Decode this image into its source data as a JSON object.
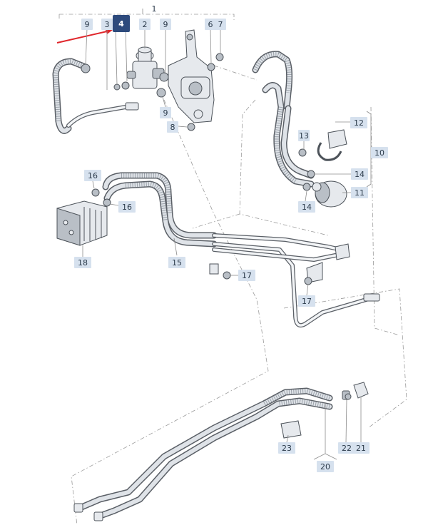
{
  "diagram": {
    "accent_color": "#e0262b",
    "selected_color": "#2d4a7c",
    "callout_color": "#d6e1ee",
    "selected_callout": "4",
    "callouts": [
      {
        "id": "c1",
        "label": "1"
      },
      {
        "id": "c9a",
        "label": "9"
      },
      {
        "id": "c3",
        "label": "3"
      },
      {
        "id": "c4",
        "label": "4"
      },
      {
        "id": "c2",
        "label": "2"
      },
      {
        "id": "c9b",
        "label": "9"
      },
      {
        "id": "c6",
        "label": "6"
      },
      {
        "id": "c7",
        "label": "7"
      },
      {
        "id": "c9c",
        "label": "9"
      },
      {
        "id": "c8",
        "label": "8"
      },
      {
        "id": "c12",
        "label": "12"
      },
      {
        "id": "c13",
        "label": "13"
      },
      {
        "id": "c10",
        "label": "10"
      },
      {
        "id": "c14a",
        "label": "14"
      },
      {
        "id": "c11",
        "label": "11"
      },
      {
        "id": "c14b",
        "label": "14"
      },
      {
        "id": "c16a",
        "label": "16"
      },
      {
        "id": "c16b",
        "label": "16"
      },
      {
        "id": "c18",
        "label": "18"
      },
      {
        "id": "c15",
        "label": "15"
      },
      {
        "id": "c17a",
        "label": "17"
      },
      {
        "id": "c17b",
        "label": "17"
      },
      {
        "id": "c23",
        "label": "23"
      },
      {
        "id": "c22",
        "label": "22"
      },
      {
        "id": "c21",
        "label": "21"
      },
      {
        "id": "c20",
        "label": "20"
      }
    ]
  }
}
